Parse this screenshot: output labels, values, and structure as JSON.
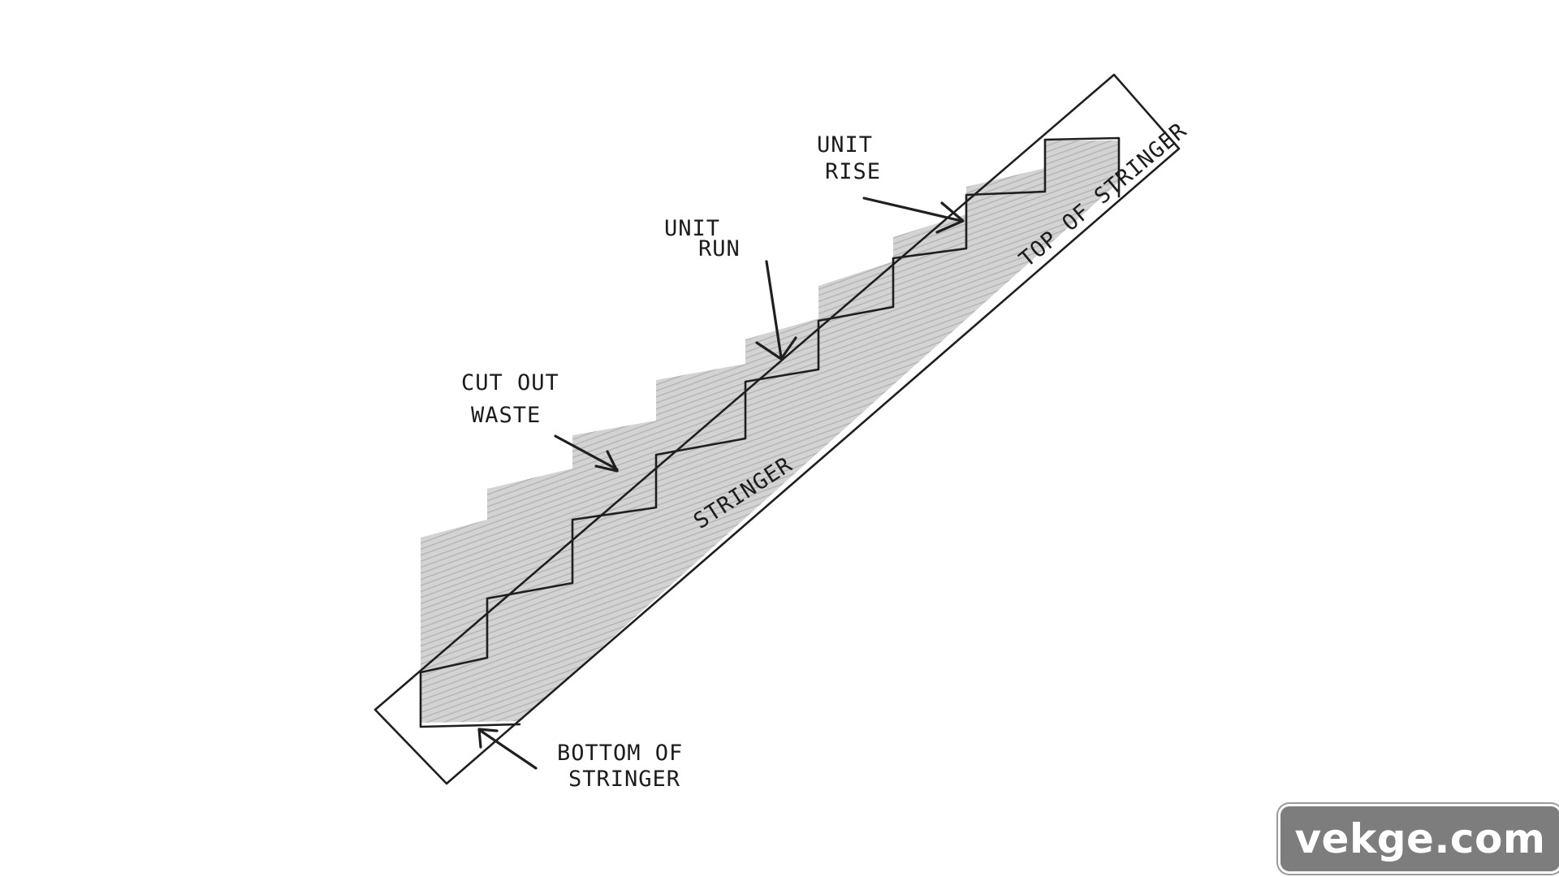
{
  "labels": {
    "unit_rise": [
      "UNIT",
      "RISE"
    ],
    "unit_run": [
      "UNIT",
      "RUN"
    ],
    "cut_out_waste": [
      "CUT OUT",
      "WASTE"
    ],
    "stringer": "STRINGER",
    "bottom_of_stringer": [
      "BOTTOM OF",
      "STRINGER"
    ],
    "top_small_text": "TOP OF STRINGER"
  },
  "watermark": "vekge.com",
  "colors": {
    "ink": "#1f1f1f",
    "shading": "#c9c9c9",
    "watermark_bg": "#7d7d7d"
  }
}
